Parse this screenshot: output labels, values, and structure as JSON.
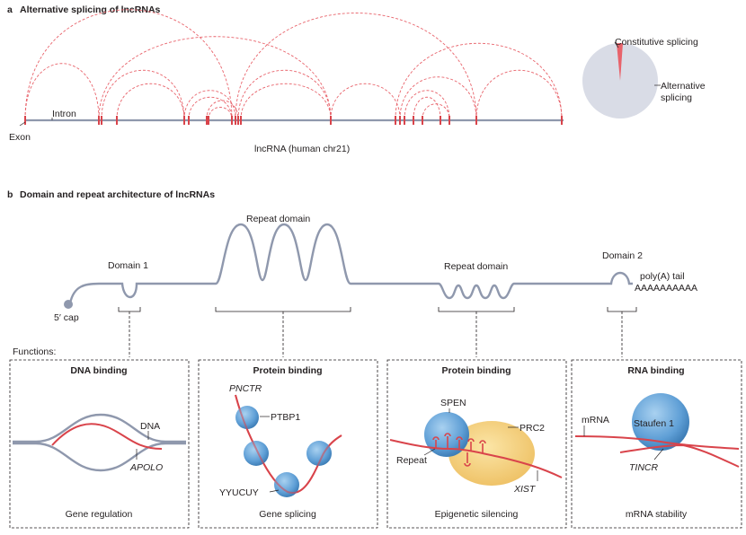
{
  "panel_a": {
    "letter": "a",
    "title": "Alternative splicing of lncRNAs",
    "intron_label": "Intron",
    "exon_label": "Exon",
    "gene_label": "lncRNA (human chr21)",
    "pie": {
      "constitutive_label": "Constitutive splicing",
      "alternative_label_1": "Alternative",
      "alternative_label_2": "splicing",
      "colors": {
        "alternative": "#d9dce6",
        "constitutive": "#e8636b"
      }
    }
  },
  "panel_b": {
    "letter": "b",
    "title": "Domain and repeat architecture of lncRNAs",
    "domain1": "Domain 1",
    "repeat_domain_1": "Repeat domain",
    "repeat_domain_2": "Repeat domain",
    "domain2": "Domain 2",
    "polya": "poly(A) tail",
    "polya_seq": "AAAAAAAAAA",
    "cap": "5′ cap",
    "functions_label": "Functions:",
    "boxes": [
      {
        "title": "DNA binding",
        "caption": "Gene regulation",
        "labels": {
          "dna": "DNA",
          "gene": "APOLO"
        }
      },
      {
        "title": "Protein binding",
        "caption": "Gene splicing",
        "labels": {
          "rna": "PNCTR",
          "protein": "PTBP1",
          "motif": "YYUCUY"
        }
      },
      {
        "title": "Protein binding",
        "caption": "Epigenetic silencing",
        "labels": {
          "spen": "SPEN",
          "prc2": "PRC2",
          "repeat": "Repeat",
          "rna": "XIST"
        }
      },
      {
        "title": "RNA binding",
        "caption": "mRNA stability",
        "labels": {
          "mrna": "mRNA",
          "protein": "Staufen 1",
          "rna": "TINCR"
        }
      }
    ]
  },
  "colors": {
    "rna_red": "#d9444b",
    "gray_line": "#8f98ad",
    "protein_blue": "#5f9fd6",
    "prc2_yellow": "#f3c96b"
  }
}
